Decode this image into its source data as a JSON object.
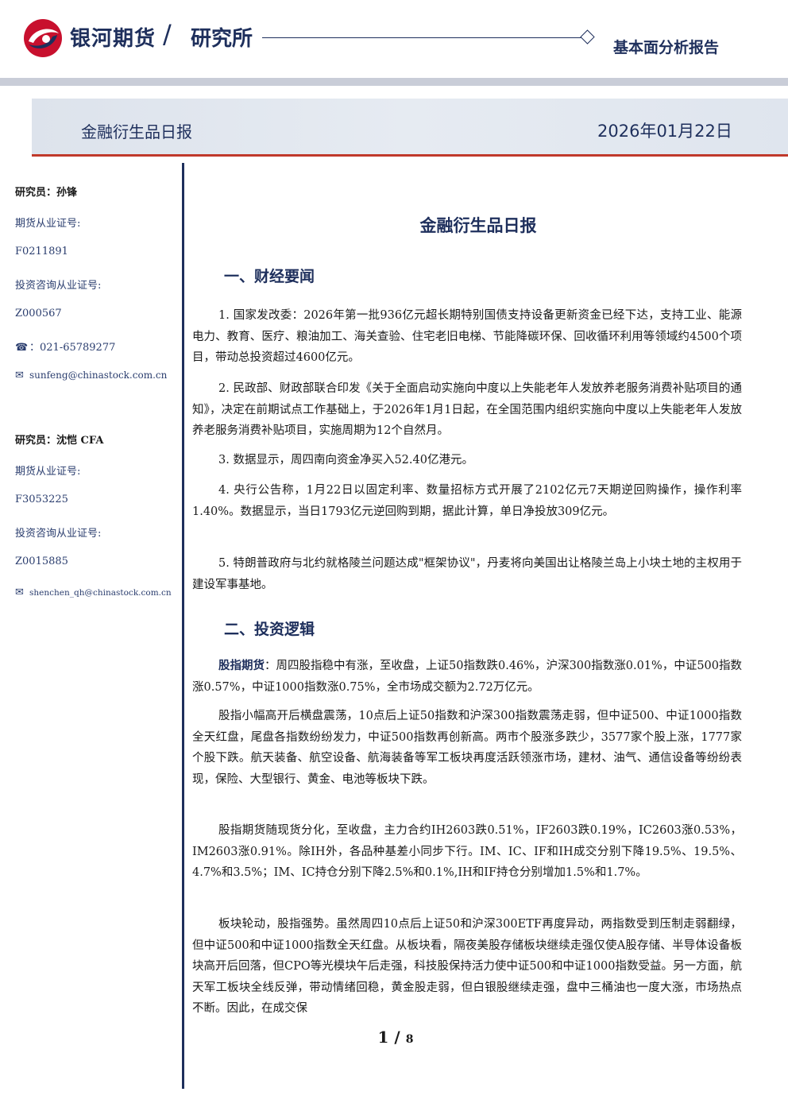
{
  "header": {
    "brand": "银河期货",
    "separator": "/",
    "department": "研究所",
    "report_type": "基本面分析报告"
  },
  "banner": {
    "title": "金融衍生品日报",
    "date": "2026年01月22日"
  },
  "sidebar": {
    "analysts": [
      {
        "name_label": "研究员：孙锋",
        "futures_cert_label": "期货从业证号:",
        "futures_cert": "F0211891",
        "advisory_cert_label": "投资咨询从业证号:",
        "advisory_cert": "Z000567",
        "phone": "：021-65789277",
        "email": "sunfeng@chinastock.com.cn"
      },
      {
        "name_label": "研究员：沈恺 CFA",
        "futures_cert_label": "期货从业证号:",
        "futures_cert": "F3053225",
        "advisory_cert_label": "投资咨询从业证号:",
        "advisory_cert": "Z0015885",
        "email": "shenchen_qh@chinastock.com.cn"
      }
    ]
  },
  "doc_title": "金融衍生品日报",
  "sections": [
    {
      "title": "一、财经要闻"
    },
    {
      "title": "二、投资逻辑"
    }
  ],
  "news": [
    "1. 国家发改委：2026年第一批936亿元超长期特别国债支持设备更新资金已经下达，支持工业、能源电力、教育、医疗、粮油加工、海关查验、住宅老旧电梯、节能降碳环保、回收循环利用等领域约4500个项目，带动总投资超过4600亿元。",
    "2. 民政部、财政部联合印发《关于全面启动实施向中度以上失能老年人发放养老服务消费补贴项目的通知》，决定在前期试点工作基础上，于2026年1月1日起，在全国范围内组织实施向中度以上失能老年人发放养老服务消费补贴项目，实施周期为12个自然月。",
    "3. 数据显示，周四南向资金净买入52.40亿港元。",
    "4. 央行公告称，1月22日以固定利率、数量招标方式开展了2102亿元7天期逆回购操作，操作利率1.40%。数据显示，当日1793亿元逆回购到期，据此计算，单日净投放309亿元。",
    "5. 特朗普政府与北约就格陵兰问题达成\"框架协议\"，丹麦将向美国出让格陵兰岛上小块土地的主权用于建设军事基地。"
  ],
  "logic": {
    "p1_label": "股指期货",
    "p1_text": "：周四股指稳中有涨，至收盘，上证50指数跌0.46%，沪深300指数涨0.01%，中证500指数涨0.57%，中证1000指数涨0.75%，全市场成交额为2.72万亿元。",
    "p2": "股指小幅高开后横盘震荡，10点后上证50指数和沪深300指数震荡走弱，但中证500、中证1000指数全天红盘，尾盘各指数纷纷发力，中证500指数再创新高。两市个股涨多跌少，3577家个股上涨，1777家个股下跌。航天装备、航空设备、航海装备等军工板块再度活跃领涨市场，建材、油气、通信设备等纷纷表现，保险、大型银行、黄金、电池等板块下跌。",
    "p3": "股指期货随现货分化，至收盘，主力合约IH2603跌0.51%，IF2603跌0.19%，IC2603涨0.53%，IM2603涨0.91%。除IH外，各品种基差小同步下行。IM、IC、IF和IH成交分别下降19.5%、19.5%、4.7%和3.5%；IM、IC持仓分别下降2.5%和0.1%,IH和IF持仓分别增加1.5%和1.7%。",
    "p4": "板块轮动，股指强势。虽然周四10点后上证50和沪深300ETF再度异动，两指数受到压制走弱翻绿，但中证500和中证1000指数全天红盘。从板块看，隔夜美股存储板块继续走强仅使A股存储、半导体设备板块高开后回落，但CPO等光模块午后走强，科技股保持活力使中证500和中证1000指数受益。另一方面，航天军工板块全线反弹，带动情绪回稳，黄金股走弱，但白银股继续走强，盘中三桶油也一度大涨，市场热点不断。因此，在成交保"
  },
  "footer": {
    "page": "1",
    "sep": " / ",
    "total": "8"
  },
  "colors": {
    "brand_navy": "#1e2f5c",
    "accent_red": "#c0392b",
    "banner_bg": "#dde3ec"
  }
}
